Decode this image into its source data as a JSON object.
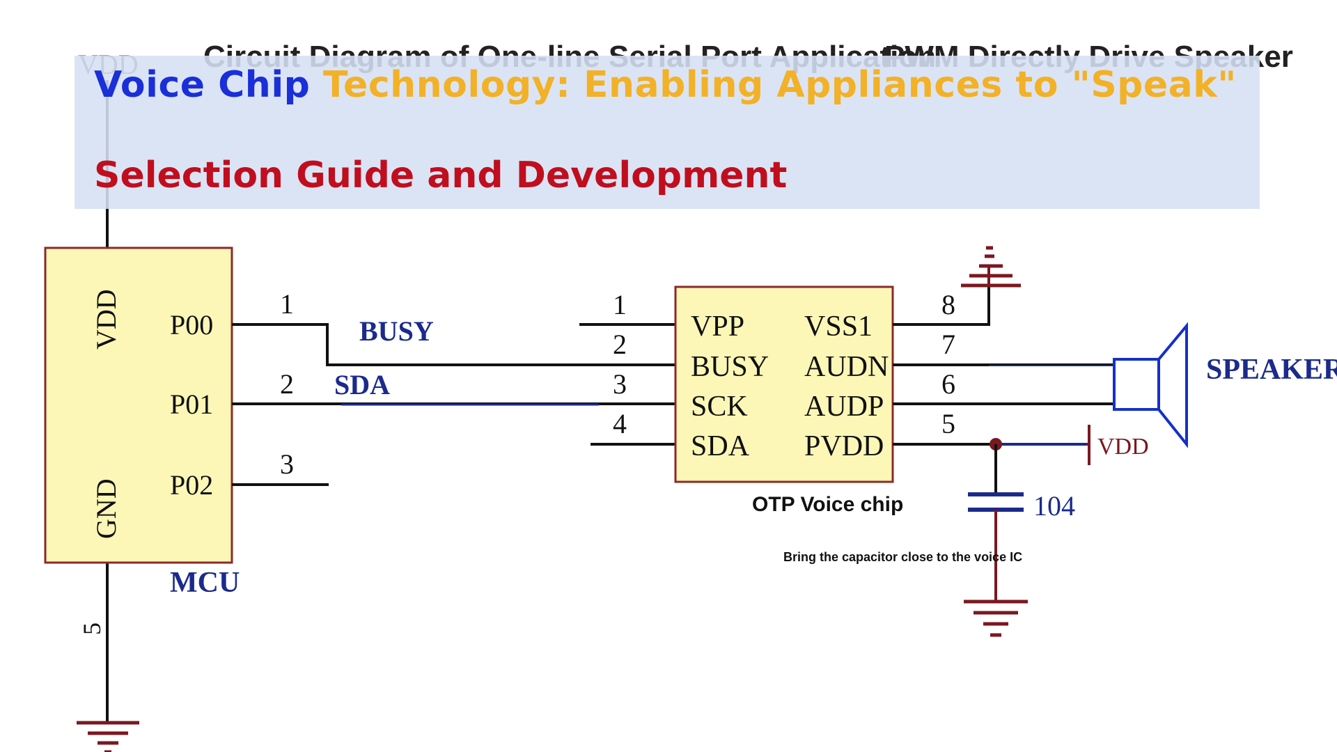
{
  "background_headers": {
    "left": "Circuit Diagram of One-line Serial Port Application",
    "right": "PWM Directly Drive Speaker",
    "vdd_ghost": "VDD"
  },
  "banner": {
    "title_part1": "Voice Chip",
    "title_part2": "Technology: Enabling Appliances to \"Speak\"",
    "subtitle": "Selection Guide and Development",
    "colors": {
      "part1": "#1a2fd8",
      "part2": "#f2b126",
      "subtitle": "#c00e1e",
      "background": "#d6e0f4"
    }
  },
  "mcu": {
    "label": "MCU",
    "vdd": "VDD",
    "gnd": "GND",
    "pins": [
      {
        "name": "P00",
        "number": "1"
      },
      {
        "name": "P01",
        "number": "2"
      },
      {
        "name": "P02",
        "number": "3"
      }
    ],
    "gnd_pin_number": "5",
    "fill": "#fcf7b7"
  },
  "signals": {
    "busy": "BUSY",
    "sda": "SDA"
  },
  "chip": {
    "label": "OTP Voice chip",
    "left_pins": [
      {
        "name": "VPP",
        "number": "1"
      },
      {
        "name": "BUSY",
        "number": "2"
      },
      {
        "name": "SCK",
        "number": "3"
      },
      {
        "name": "SDA",
        "number": "4"
      }
    ],
    "right_pins": [
      {
        "name": "VSS1",
        "number": "8"
      },
      {
        "name": "AUDN",
        "number": "7"
      },
      {
        "name": "AUDP",
        "number": "6"
      },
      {
        "name": "PVDD",
        "number": "5"
      }
    ]
  },
  "speaker": {
    "label": "SPEAKER"
  },
  "capacitor": {
    "value": "104",
    "note": "Bring the capacitor close to the voice IC"
  },
  "supply": {
    "vdd": "VDD"
  },
  "colors": {
    "wire": "#111111",
    "blue": "#1b2a8c",
    "maroon": "#7a1820",
    "label_blue": "#1b2a8c",
    "speaker_blue": "#1530c8"
  }
}
